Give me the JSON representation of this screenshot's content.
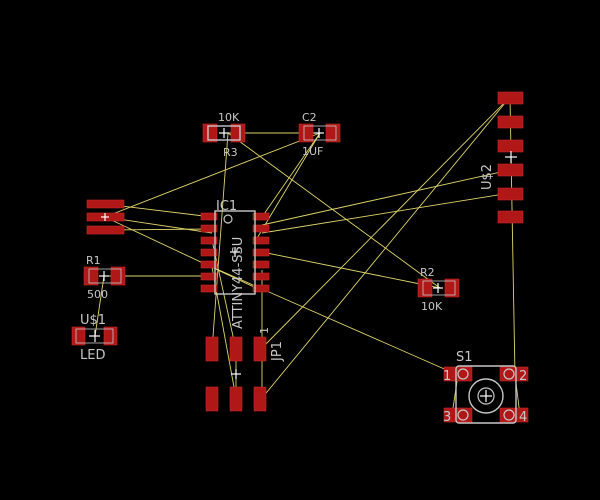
{
  "app": {
    "view": "PCB board layout"
  },
  "parts": {
    "r3": {
      "name": "R3",
      "value": "10K"
    },
    "c2": {
      "name": "C2",
      "value": "1UF"
    },
    "ic1": {
      "name": "IC1",
      "value": "ATTINY44-SSU"
    },
    "r1": {
      "name": "R1",
      "value": "500"
    },
    "us1": {
      "name": "U$1",
      "value": "LED"
    },
    "r2": {
      "name": "R2",
      "value": "10K"
    },
    "us2": {
      "name": "U$2"
    },
    "jp1": {
      "name": "JP1"
    },
    "s1": {
      "name": "S1",
      "pins": [
        "1",
        "2",
        "3",
        "4"
      ]
    }
  },
  "colors": {
    "background": "#000000",
    "pad": "#b01818",
    "silkscreen": "#c7c7c7",
    "airwire": "#e0d56a"
  }
}
